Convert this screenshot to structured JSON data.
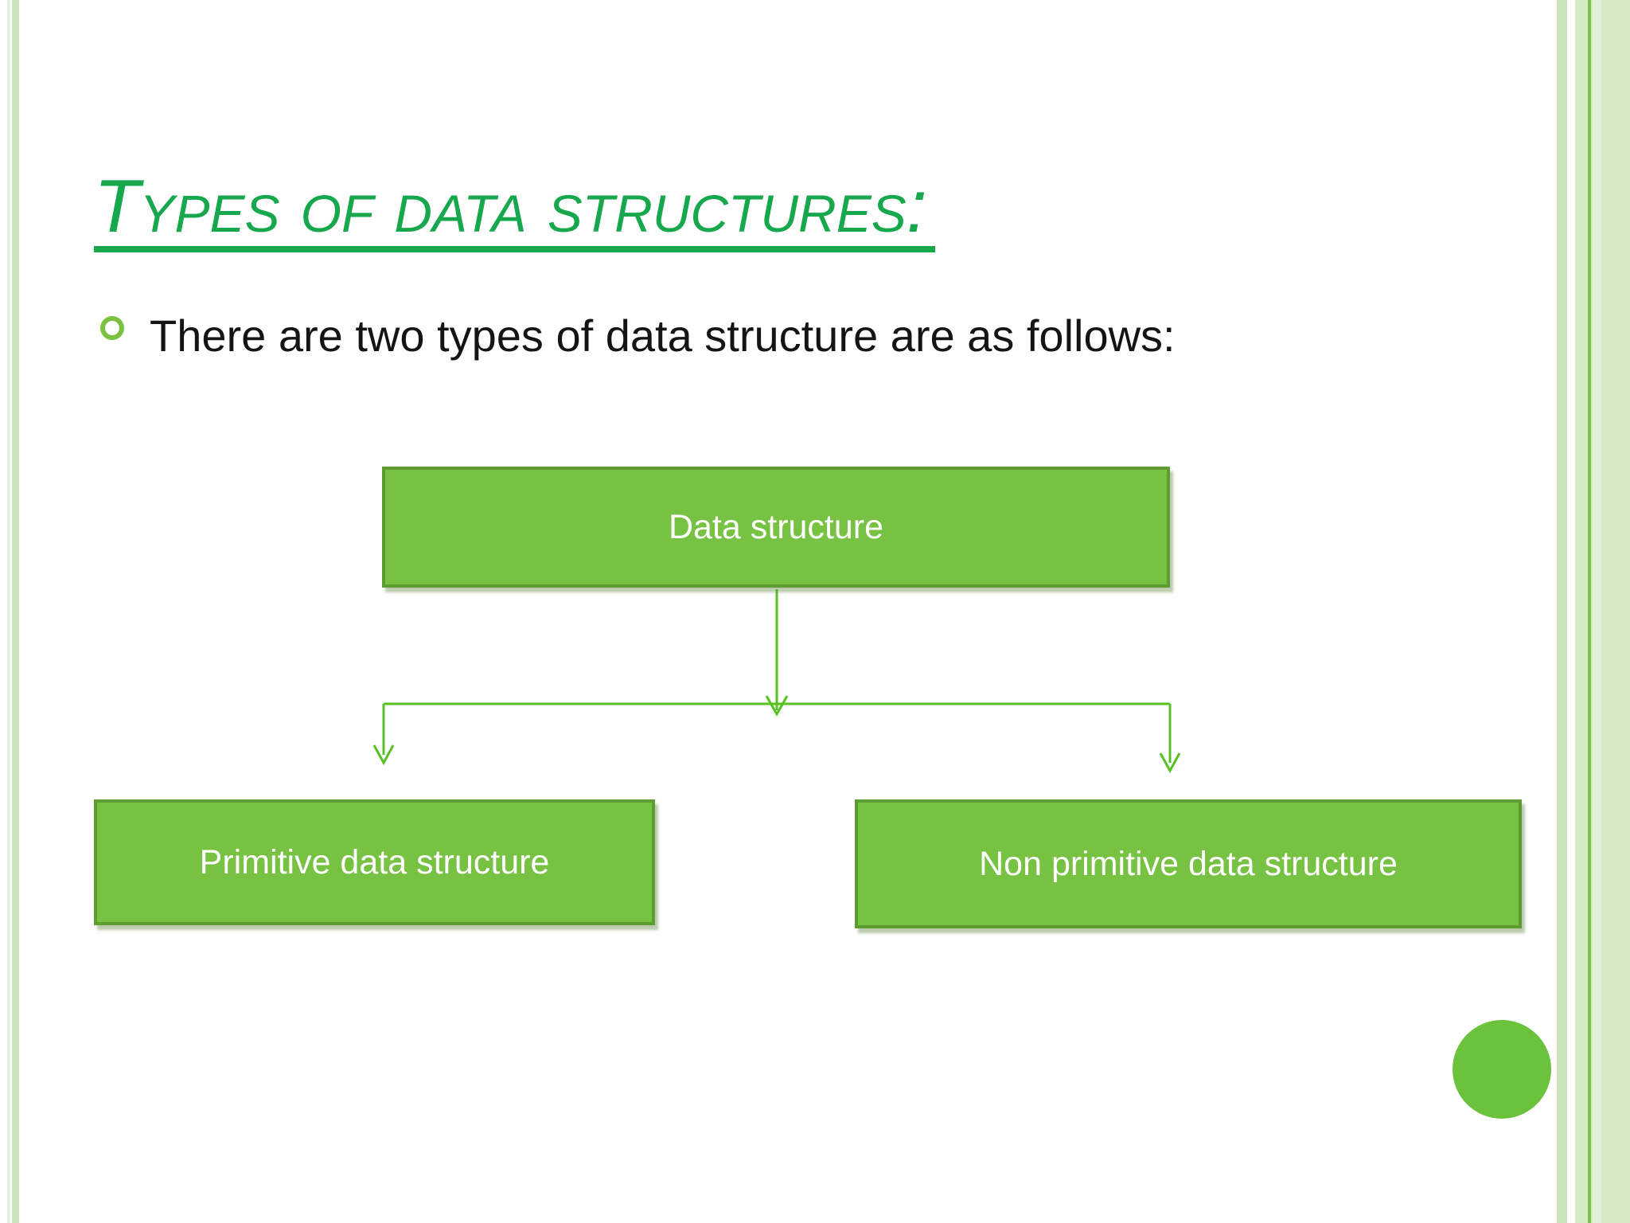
{
  "slide": {
    "title": "Types of data structures:",
    "bullet_text": "There are two types of data structure are as follows:",
    "diagram": {
      "root_label": "Data structure",
      "children": [
        "Primitive data structure",
        "Non primitive data structure"
      ]
    }
  },
  "theme": {
    "title_green": "#17A74D",
    "text_black": "#141414",
    "box_fill": "#77C143",
    "box_border": "#5C9C31",
    "box_text": "#FFFFFF",
    "connector_green": "#58C224",
    "bullet_ring_green": "#7CC241",
    "corner_circle_green": "#6BC23D",
    "border_stripe_light": "#E3F1DA",
    "border_stripe_medium": "#C9E4BA",
    "border_band": "#D5EBC6",
    "border_band_line": "#7CC247"
  }
}
